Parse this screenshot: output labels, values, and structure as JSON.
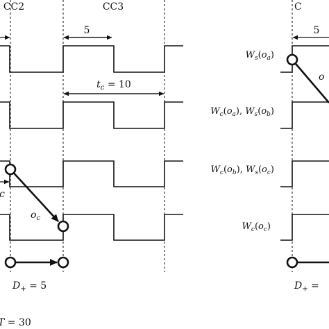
{
  "left_panel": {
    "phase_labels": [
      "CC2",
      "CC3"
    ],
    "width_label": "5",
    "period_label": "t_c = 10",
    "edge_label": "c",
    "transition_label": "o_c",
    "offset_label": "D_+ = 5"
  },
  "right_panel": {
    "phase_labels": [
      "C"
    ],
    "rows": [
      "W_s(o_a)",
      "W_c(o_a), W_s(o_b)",
      "W_c(o_b), W_s(o_c)",
      "W_c(o_c)"
    ],
    "width_label": "5",
    "transition_label": "o",
    "offset_label": "D_+ ="
  },
  "bottom_label": "T = 30"
}
